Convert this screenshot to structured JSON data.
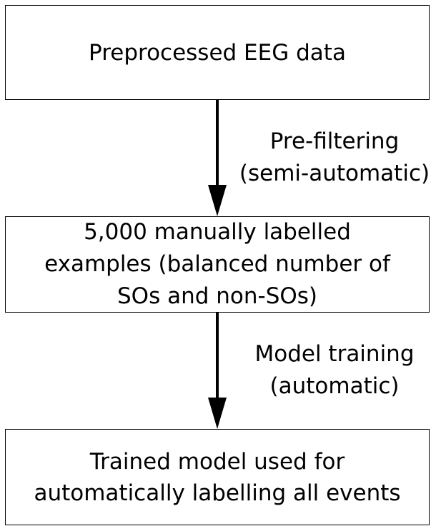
{
  "nodes": [
    {
      "id": "preprocessed-eeg",
      "lines": [
        "Preprocessed EEG data"
      ]
    },
    {
      "id": "labelled-examples",
      "lines": [
        "5,000 manually labelled",
        "examples (balanced number of",
        "SOs and non-SOs)"
      ]
    },
    {
      "id": "trained-model",
      "lines": [
        "Trained model used for",
        "automatically labelling all events"
      ]
    }
  ],
  "edges": [
    {
      "from": "preprocessed-eeg",
      "to": "labelled-examples",
      "lines": [
        "Pre-filtering",
        "(semi-automatic)"
      ]
    },
    {
      "from": "labelled-examples",
      "to": "trained-model",
      "lines": [
        "Model training",
        "(automatic)"
      ]
    }
  ]
}
